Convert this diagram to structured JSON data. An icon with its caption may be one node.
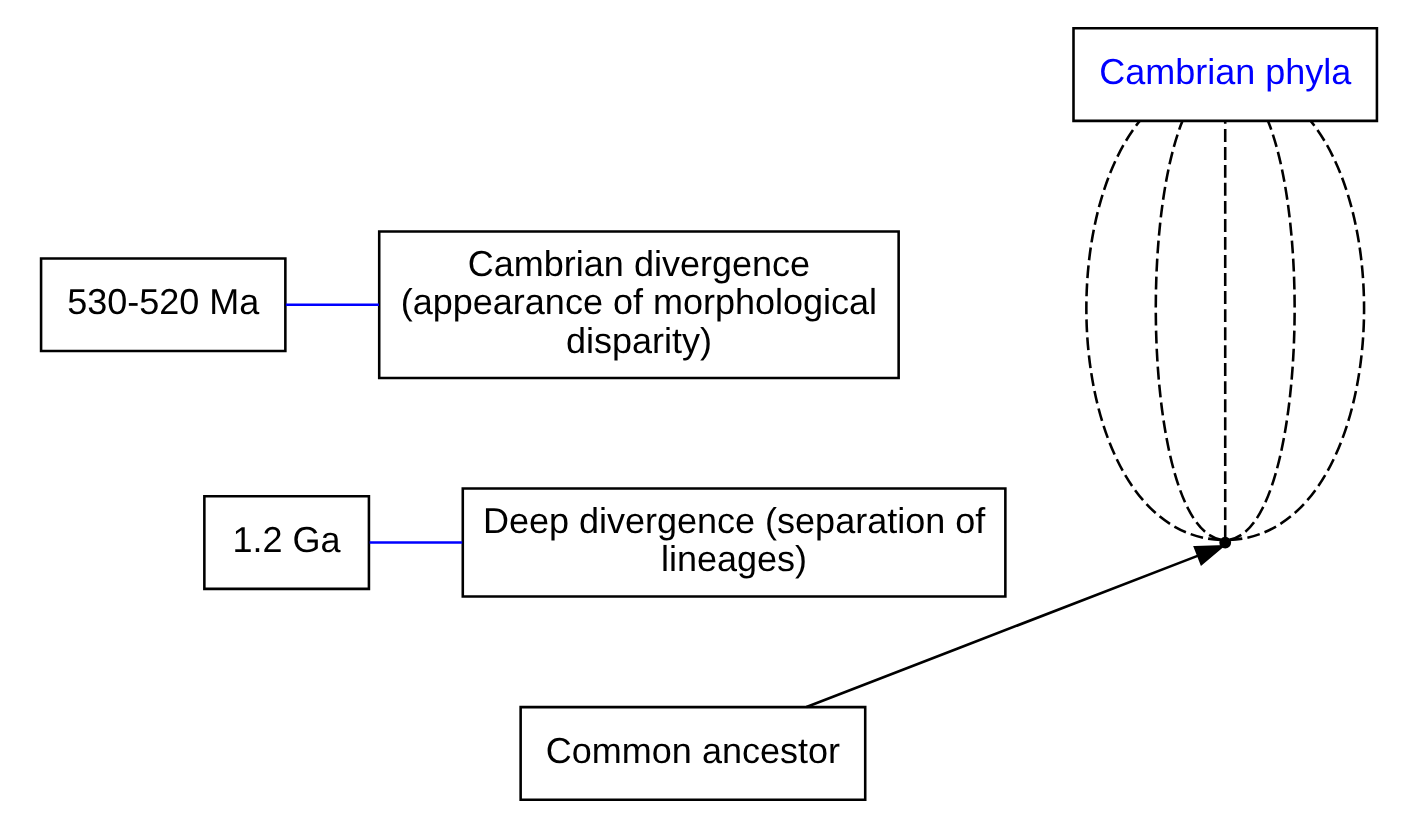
{
  "diagram": {
    "nodes": [
      {
        "text": [
          "Cambrian phyla"
        ]
      },
      {
        "text": [
          "530-520 Ma"
        ]
      },
      {
        "text": [
          "Cambrian divergence (appearance of morphological disparity)"
        ]
      },
      {
        "text": [
          "1.2 Ga"
        ]
      },
      {
        "text": [
          "Deep divergence (separation of lineages)"
        ]
      },
      {
        "text": [],
        "shape": "circle"
      },
      {
        "text": [
          "Common ancestor"
        ]
      }
    ],
    "edges": [
      {
        "from": 6,
        "to": 5,
        "arrow": "to"
      },
      {
        "from": 5,
        "to": 0,
        "arrow": "none",
        "style": "dashed"
      },
      {
        "from": 5,
        "to": 0,
        "arrow": "none",
        "style": "dashed"
      },
      {
        "from": 5,
        "to": 0,
        "arrow": "none",
        "style": "dashed"
      },
      {
        "from": 5,
        "to": 0,
        "arrow": "none",
        "style": "dashed"
      },
      {
        "from": 5,
        "to": 0,
        "arrow": "none",
        "style": "dashed"
      },
      {
        "from": 1,
        "to": 2,
        "arrow": "none",
        "color": "#0000ff"
      },
      {
        "from": 3,
        "to": 4,
        "arrow": "none",
        "color": "#0000ff"
      }
    ]
  }
}
